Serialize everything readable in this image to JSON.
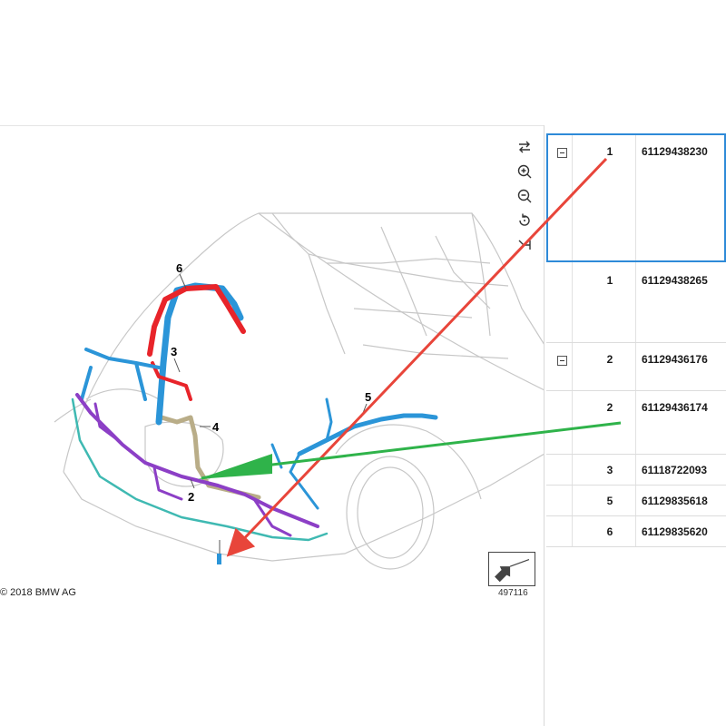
{
  "diagram": {
    "callouts": [
      {
        "id": "c6",
        "label": "6"
      },
      {
        "id": "c3",
        "label": "3"
      },
      {
        "id": "c4",
        "label": "4"
      },
      {
        "id": "c2",
        "label": "2"
      },
      {
        "id": "c5",
        "label": "5"
      }
    ],
    "copyright": "© 2018 BMW AG",
    "code": "497116",
    "harness_colors": {
      "red": "#e8242a",
      "blue": "#2b95d8",
      "purple": "#8c3fc6",
      "teal": "#3fb9b2",
      "khaki": "#b9ad88",
      "outline": "#c8c8c8"
    }
  },
  "toolbar": {
    "tools": [
      {
        "name": "swap-icon"
      },
      {
        "name": "zoom-in-icon"
      },
      {
        "name": "zoom-out-icon"
      },
      {
        "name": "reset-icon"
      },
      {
        "name": "collapse-icon"
      }
    ]
  },
  "parts": {
    "rows": [
      {
        "item": "1",
        "number": "61129438230",
        "collapsible": true
      },
      {
        "item": "1",
        "number": "61129438265",
        "collapsible": false
      },
      {
        "item": "2",
        "number": "61129436176",
        "collapsible": true
      },
      {
        "item": "2",
        "number": "61129436174",
        "collapsible": false
      },
      {
        "item": "3",
        "number": "61118722093",
        "collapsible": false
      },
      {
        "item": "5",
        "number": "61129835618",
        "collapsible": false
      },
      {
        "item": "6",
        "number": "61129835620",
        "collapsible": false
      }
    ],
    "selected_color": "#2e8ad8"
  },
  "annotations": {
    "red_arrow_color": "#e8453a",
    "green_arrow_color": "#2fb34a"
  }
}
